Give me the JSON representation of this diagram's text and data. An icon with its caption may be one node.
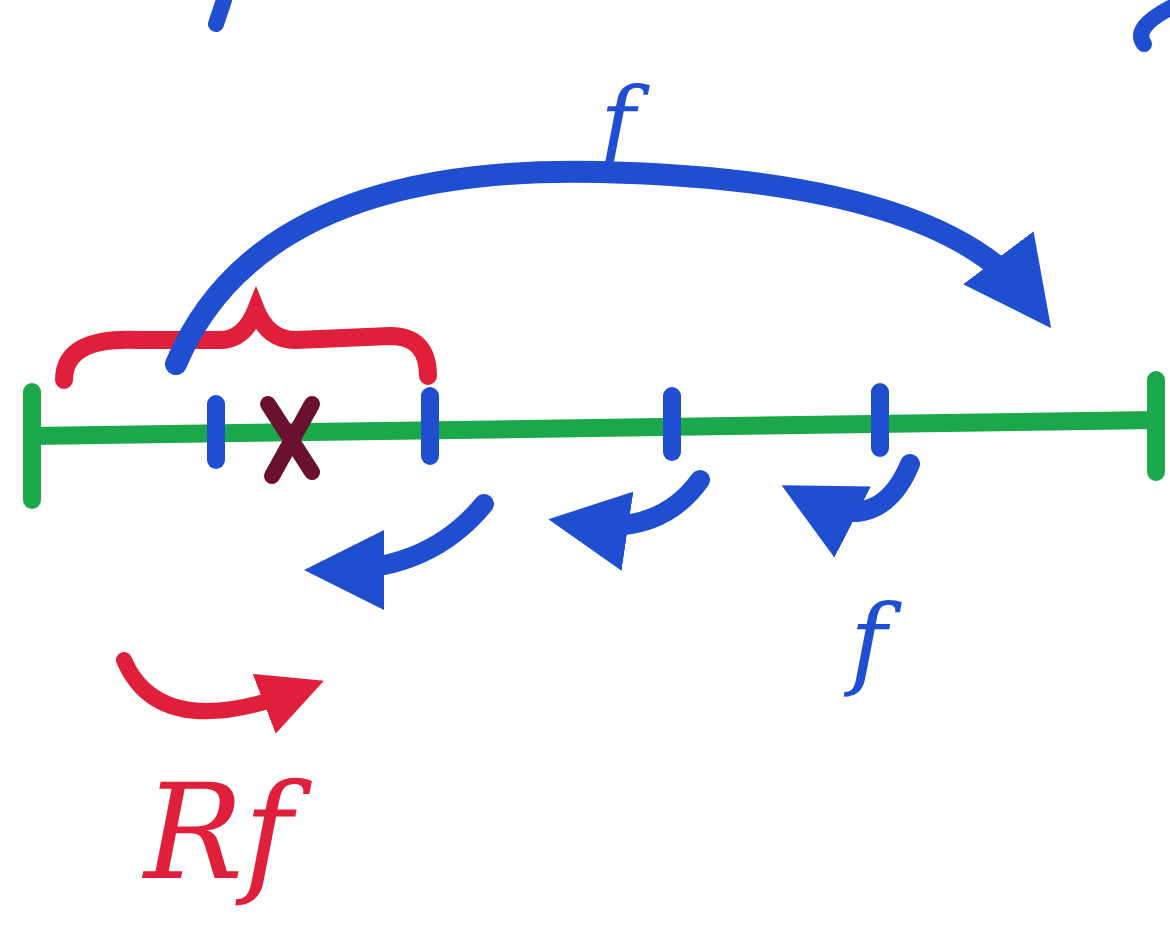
{
  "diagram": {
    "labels": [
      "f",
      "f",
      "Rf"
    ]
  }
}
